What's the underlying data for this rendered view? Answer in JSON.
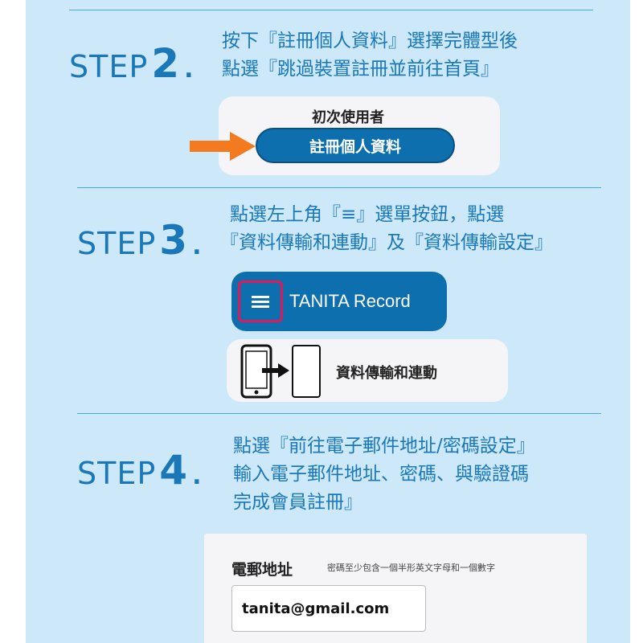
{
  "step2": {
    "word": "STEP",
    "number": "2",
    "dot": ".",
    "desc_line1": "按下『註冊個人資料』選擇完體型後",
    "desc_line2": "點選『跳過裝置註冊並前往首頁』",
    "card_title": "初次使用者",
    "button_label": "註冊個人資料"
  },
  "step3": {
    "word": "STEP",
    "number": "3",
    "dot": ".",
    "desc_line1": "點選左上角『≡』選單按鈕，點選",
    "desc_line2": "『資料傳輸和連動』及『資料傳輸設定』",
    "app_title": "TANITA Record",
    "transfer_label": "資料傳輸和連動"
  },
  "step4": {
    "word": "STEP",
    "number": "4",
    "dot": ".",
    "desc_line1": "點選『前往電子郵件地址/密碼設定』",
    "desc_line2": "輸入電子郵件地址、密碼、與驗證碼",
    "desc_line3": "完成會員註冊』",
    "email_label": "電郵地址",
    "password_hint": "密碼至少包含一個半形英文字母和一個數字",
    "email_value": "tanita@gmail.com"
  },
  "colors": {
    "panel_bg": "#cde9f9",
    "brand_blue": "#1a78b8",
    "button_blue": "#0d6fad",
    "arrow_orange": "#f47a1f",
    "highlight_red": "#e0195a"
  },
  "icons": [
    "arrow-right-icon",
    "hamburger-menu-icon",
    "phone-transfer-icon"
  ]
}
